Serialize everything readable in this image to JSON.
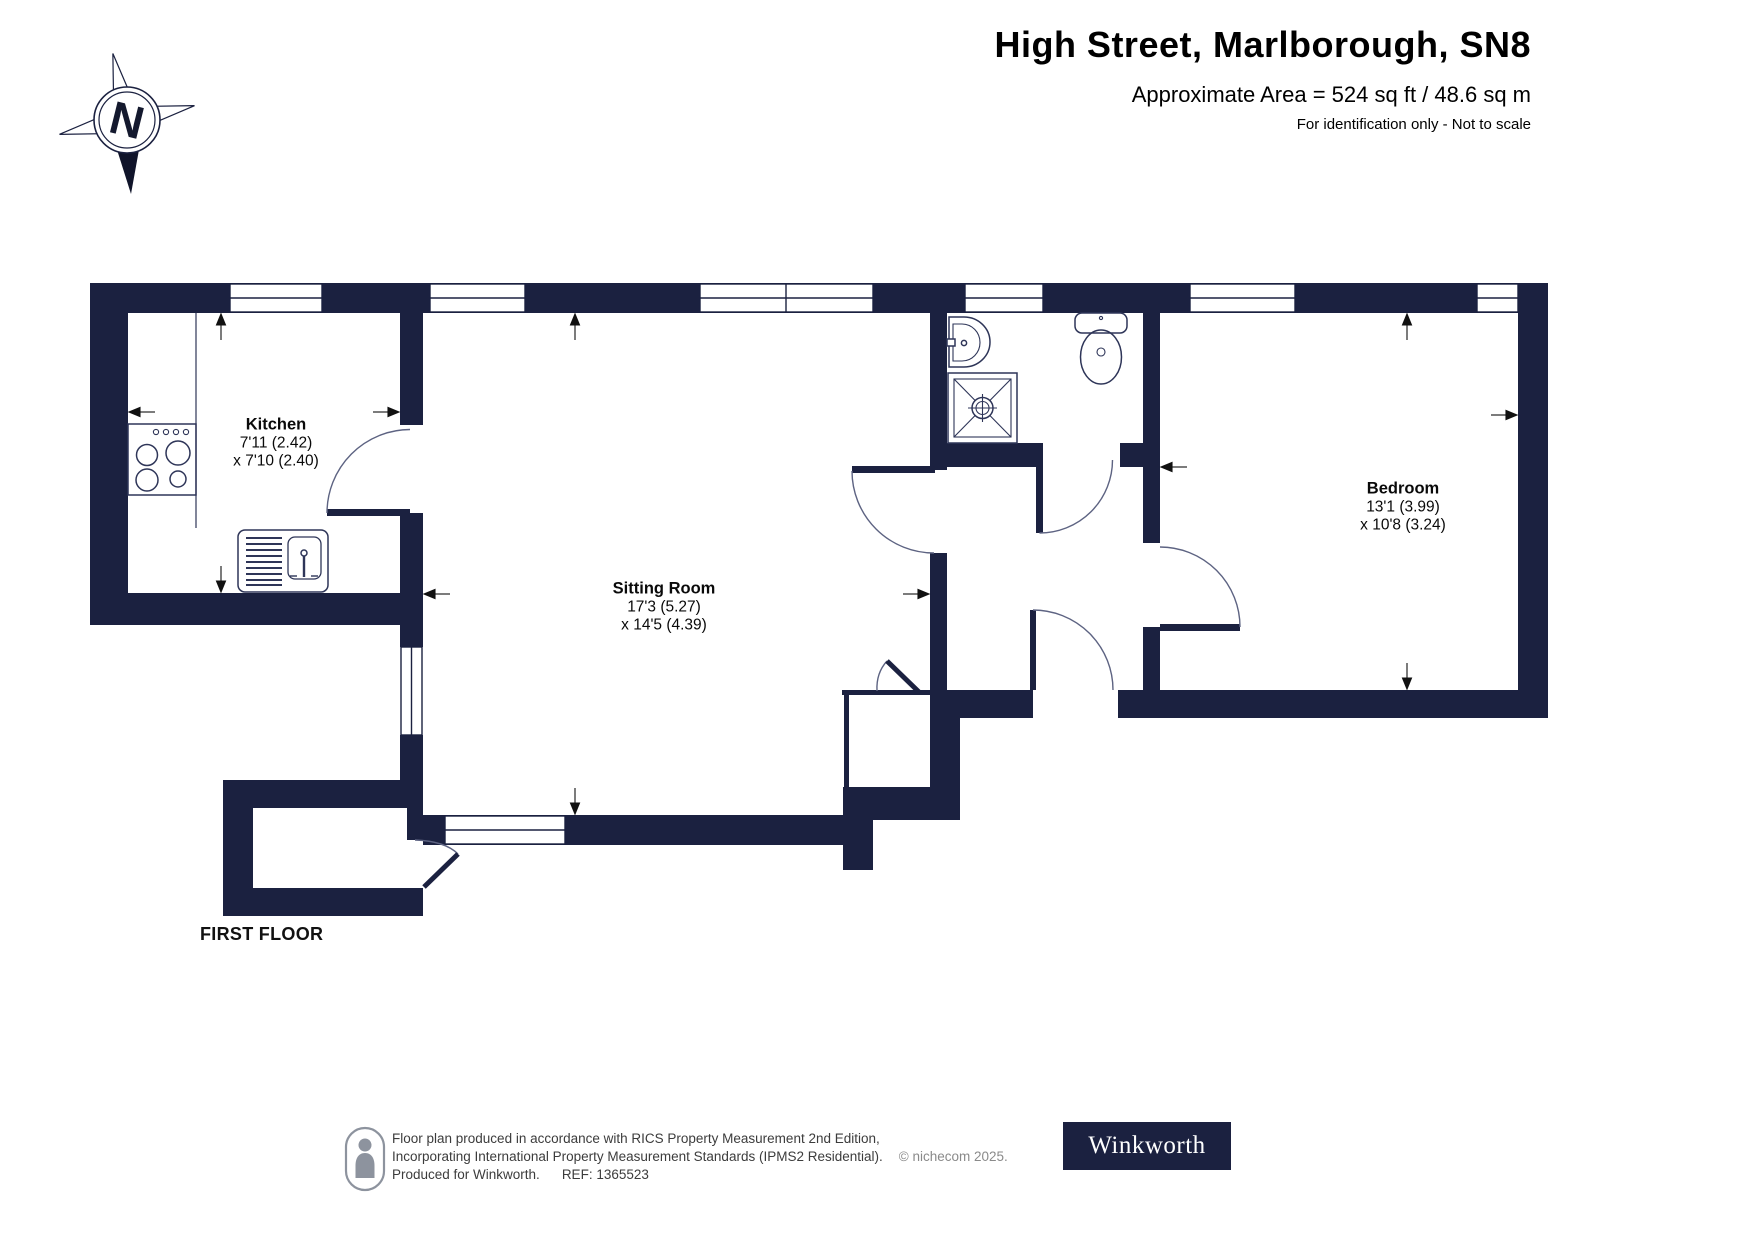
{
  "header": {
    "title": "High Street, Marlborough, SN8",
    "area": "Approximate Area = 524 sq ft / 48.6 sq m",
    "note": "For identification only - Not to scale"
  },
  "compass": {
    "label": "N"
  },
  "rooms": [
    {
      "name": "Kitchen",
      "dim1": "7'11 (2.42)",
      "dim2": "x 7'10 (2.40)"
    },
    {
      "name": "Sitting Room",
      "dim1": "17'3 (5.27)",
      "dim2": "x 14'5 (4.39)"
    },
    {
      "name": "Bedroom",
      "dim1": "13'1 (3.99)",
      "dim2": "x 10'8 (3.24)"
    }
  ],
  "floor_label": "FIRST FLOOR",
  "footer": {
    "line1": "Floor plan produced in accordance with RICS Property Measurement 2nd Edition,",
    "line2": "Incorporating International Property Measurement Standards (IPMS2 Residential).",
    "copyright": "© nichecom 2025.",
    "line3": "Produced for Winkworth.",
    "ref": "REF: 1365523",
    "logo": "Winkworth"
  },
  "icons": [
    "north-compass-icon",
    "stove-icon",
    "sink-icon",
    "basin-icon",
    "shower-icon",
    "toilet-icon",
    "person-icon"
  ],
  "colors": {
    "wall": "#1b2140",
    "fixture_stroke": "#2e3558",
    "door_arc": "#5d6382",
    "logo_bg": "#1b2140",
    "footer_text": "#3c3c3c",
    "copyright_text": "#8a8a8a"
  }
}
